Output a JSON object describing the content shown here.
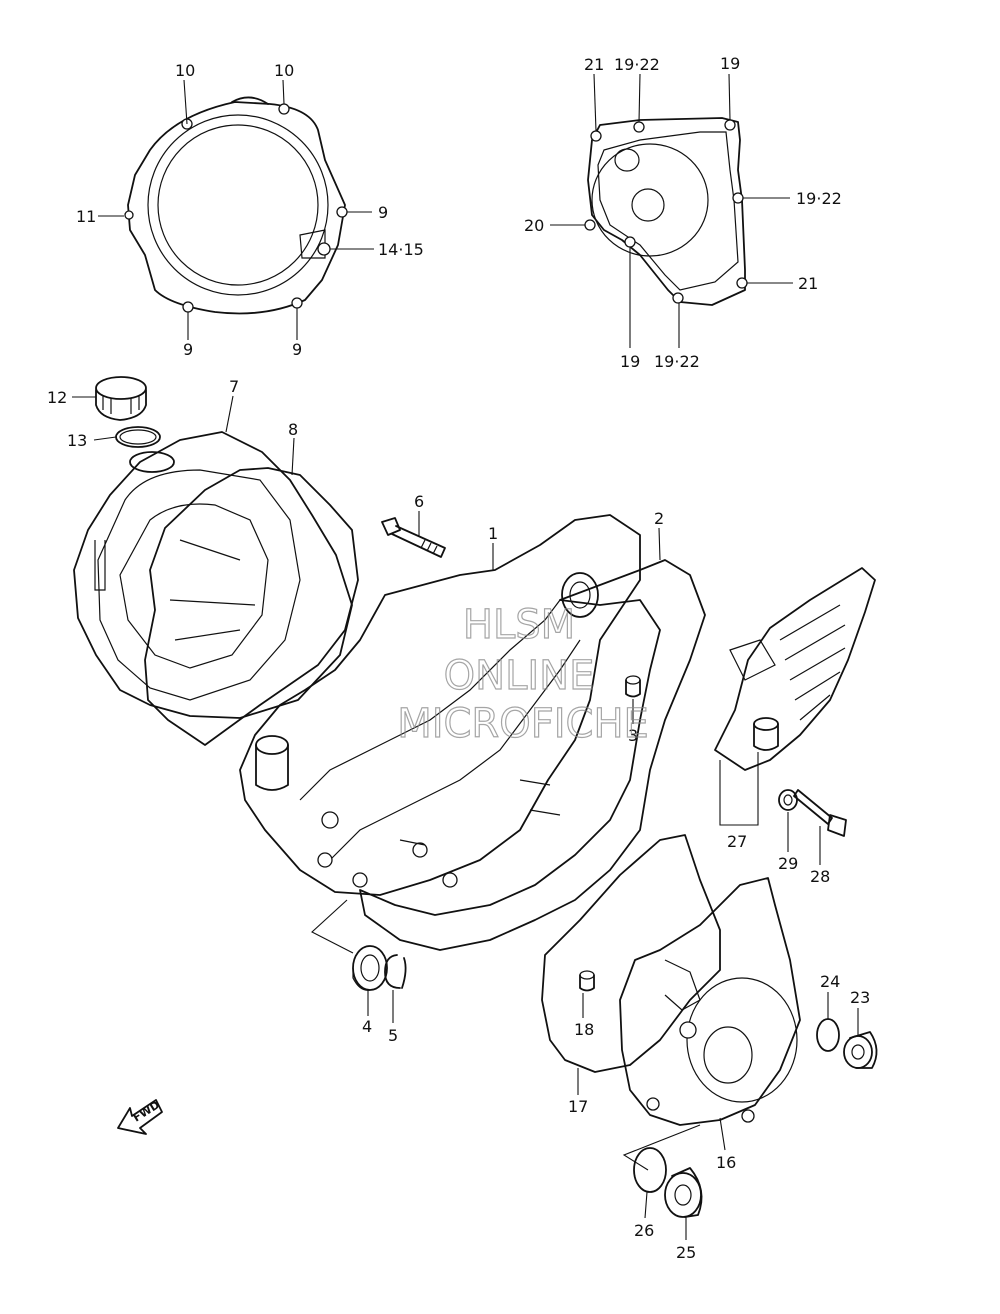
{
  "diagram": {
    "watermark": [
      "HLSM",
      "ONLINE",
      "MICROFICHE"
    ],
    "fwd_label": "FWD",
    "callouts": {
      "c1": "1",
      "c2": "2",
      "c3": "3",
      "c4": "4",
      "c5": "5",
      "c6": "6",
      "c7": "7",
      "c8": "8",
      "c9a": "9",
      "c9b": "9",
      "c9c": "9",
      "c10a": "10",
      "c10b": "10",
      "c11": "11",
      "c12": "12",
      "c13": "13",
      "c14_15": "14·15",
      "c16": "16",
      "c17": "17",
      "c18": "18",
      "c19a": "19",
      "c19b": "19",
      "c19_22a": "19·22",
      "c19_22b": "19·22",
      "c19_22c": "19·22",
      "c20": "20",
      "c21a": "21",
      "c21b": "21",
      "c23": "23",
      "c24": "24",
      "c25": "25",
      "c26": "26",
      "c27": "27",
      "c28": "28",
      "c29": "29"
    }
  }
}
